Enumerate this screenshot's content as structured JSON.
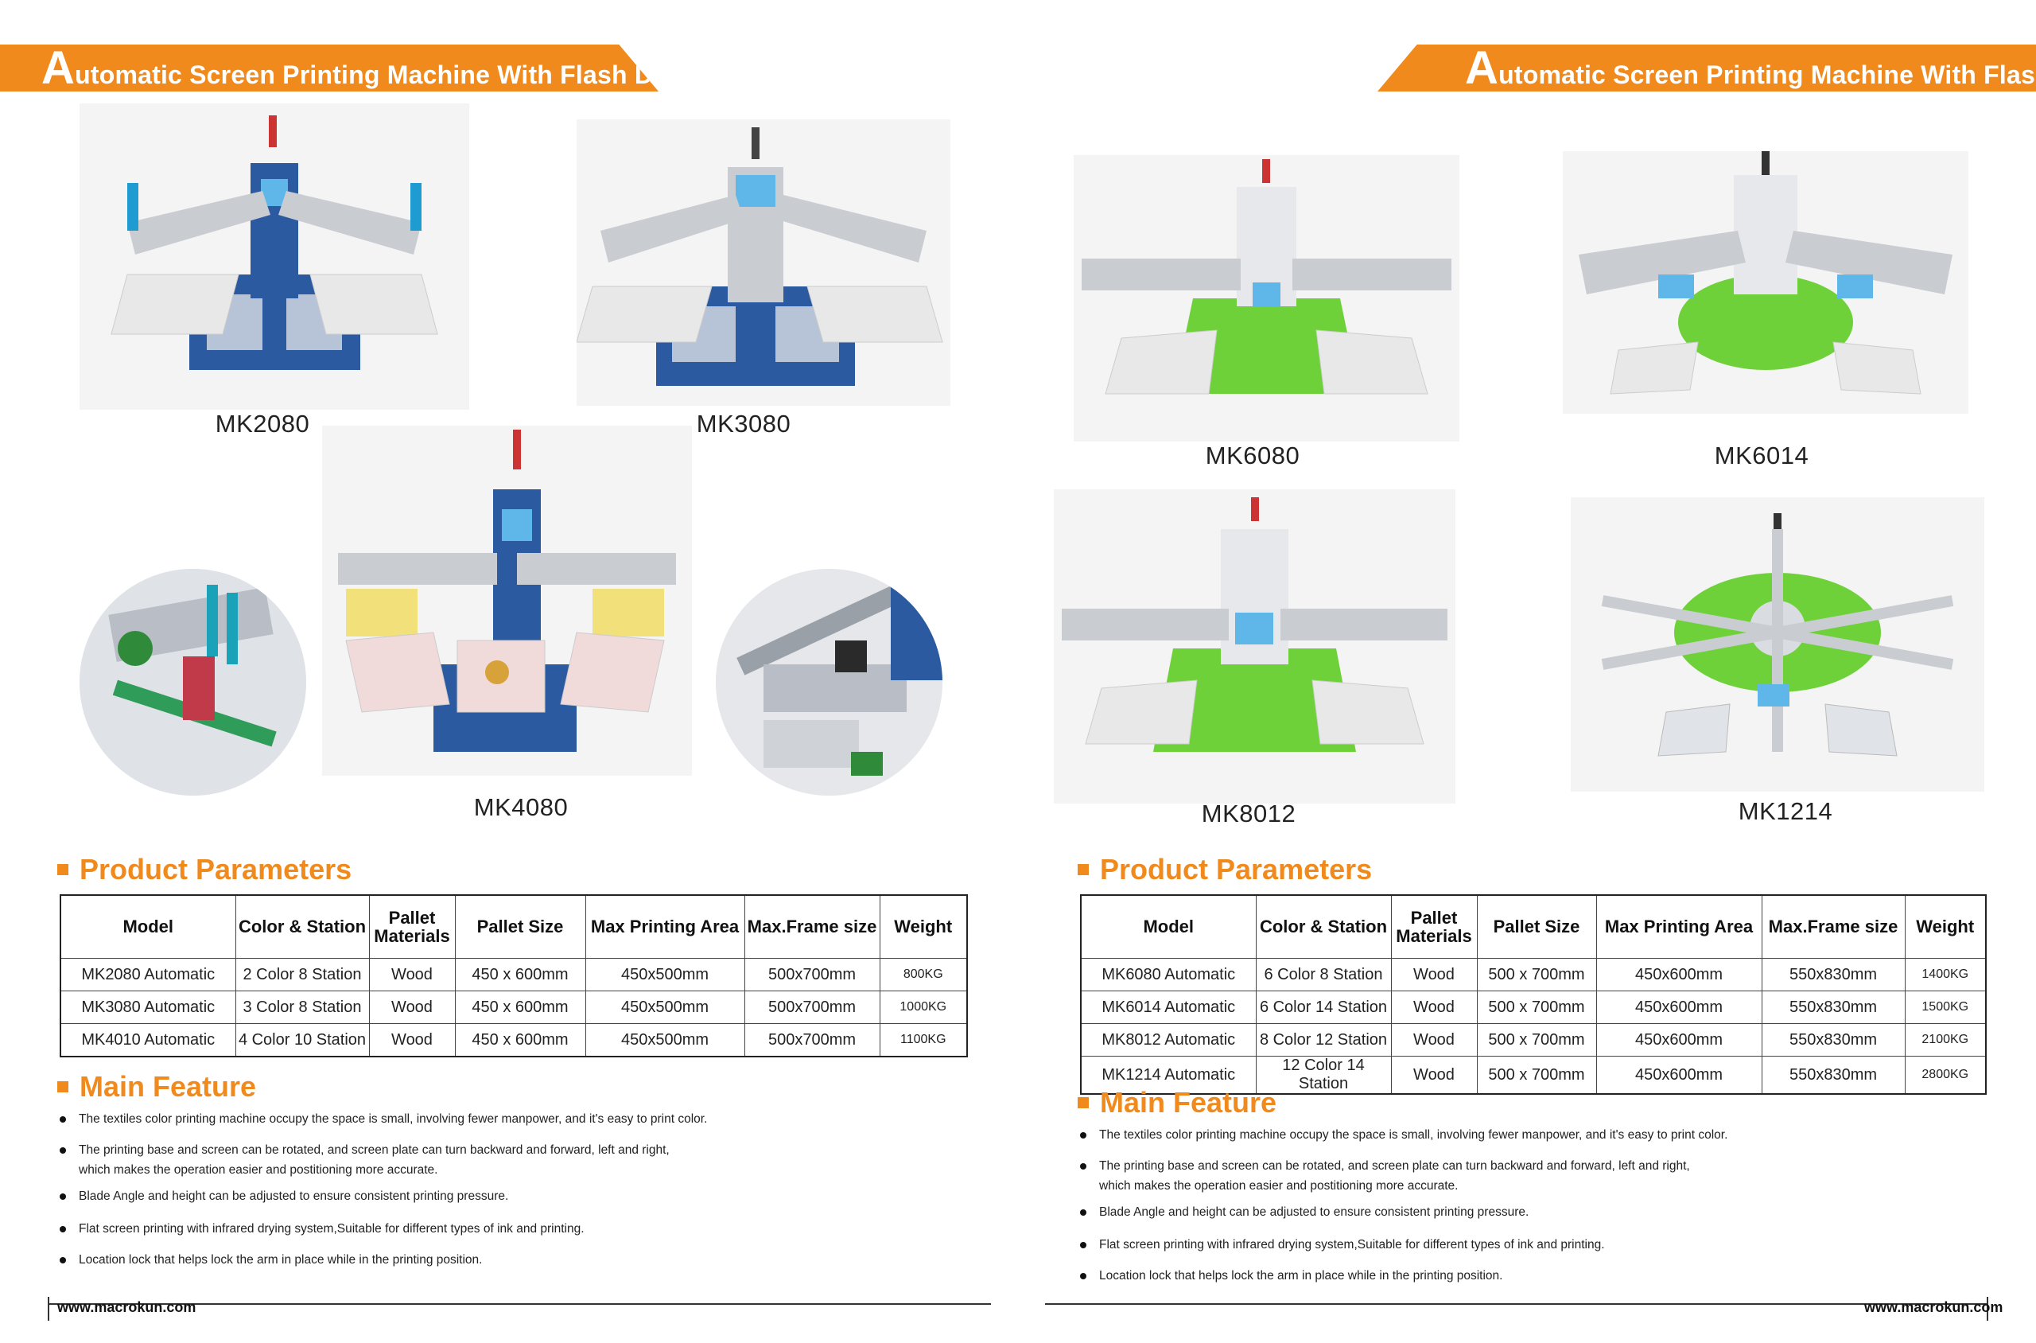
{
  "banner_title": "Automatic Screen Printing Machine With Flash Dryer",
  "left": {
    "machines": [
      {
        "caption": "MK2080"
      },
      {
        "caption": "MK3080"
      },
      {
        "caption": "MK4080"
      }
    ],
    "section_params": "Product Parameters",
    "table": {
      "headers": [
        "Model",
        "Color & Station",
        "Pallet Materials",
        "Pallet Size",
        "Max Printing Area",
        "Max.Frame size",
        "Weight"
      ],
      "rows": [
        [
          "MK2080 Automatic",
          "2 Color 8 Station",
          "Wood",
          "450 x 600mm",
          "450x500mm",
          "500x700mm",
          "800KG"
        ],
        [
          "MK3080 Automatic",
          "3 Color 8 Station",
          "Wood",
          "450 x 600mm",
          "450x500mm",
          "500x700mm",
          "1000KG"
        ],
        [
          "MK4010 Automatic",
          "4 Color 10 Station",
          "Wood",
          "450 x 600mm",
          "450x500mm",
          "500x700mm",
          "1100KG"
        ]
      ]
    },
    "section_features": "Main Feature",
    "features": [
      "The textiles color printing machine occupy the space is small, involving fewer manpower, and it's easy to print color.",
      "The printing base and screen can be rotated, and screen plate can turn backward and forward, left and right,",
      "which makes the operation easier and postitioning more accurate.",
      "Blade Angle and height can be adjusted to ensure consistent printing pressure.",
      "Flat screen printing with infrared drying system,Suitable for different types of ink and printing.",
      "Location lock that helps lock the arm in place while in the printing position."
    ],
    "footer_url": "www.macrokun.com"
  },
  "right": {
    "machines": [
      {
        "caption": "MK6080"
      },
      {
        "caption": "MK6014"
      },
      {
        "caption": "MK8012"
      },
      {
        "caption": "MK1214"
      }
    ],
    "section_params": "Product Parameters",
    "table": {
      "headers": [
        "Model",
        "Color & Station",
        "Pallet Materials",
        "Pallet Size",
        "Max Printing Area",
        "Max.Frame size",
        "Weight"
      ],
      "rows": [
        [
          "MK6080  Automatic",
          "6 Color 8 Station",
          "Wood",
          "500 x 700mm",
          "450x600mm",
          "550x830mm",
          "1400KG"
        ],
        [
          "MK6014 Automatic",
          "6 Color 14 Station",
          "Wood",
          "500 x 700mm",
          "450x600mm",
          "550x830mm",
          "1500KG"
        ],
        [
          "MK8012 Automatic",
          "8 Color 12 Station",
          "Wood",
          "500 x 700mm",
          "450x600mm",
          "550x830mm",
          "2100KG"
        ],
        [
          "MK1214 Automatic",
          "12 Color 14 Station",
          "Wood",
          "500 x 700mm",
          "450x600mm",
          "550x830mm",
          "2800KG"
        ]
      ]
    },
    "section_features": "Main Feature",
    "features": [
      "The textiles color printing machine occupy the space is small, involving fewer manpower, and it's easy to print color.",
      "The printing base and screen can be rotated, and screen plate can turn backward and forward, left and right,",
      "which makes the operation easier and postitioning more accurate.",
      "Blade Angle and height can be adjusted to ensure consistent printing pressure.",
      "Flat screen printing with infrared drying system,Suitable for different types of ink and printing.",
      "Location lock that helps lock the arm in place while in the printing position."
    ],
    "footer_url": "www.macrokun.com"
  },
  "colors": {
    "accent": "#f08a1c",
    "machine_blue": "#2c5aa0",
    "machine_green": "#6fd13a",
    "frame_silver": "#c9ccd1"
  }
}
